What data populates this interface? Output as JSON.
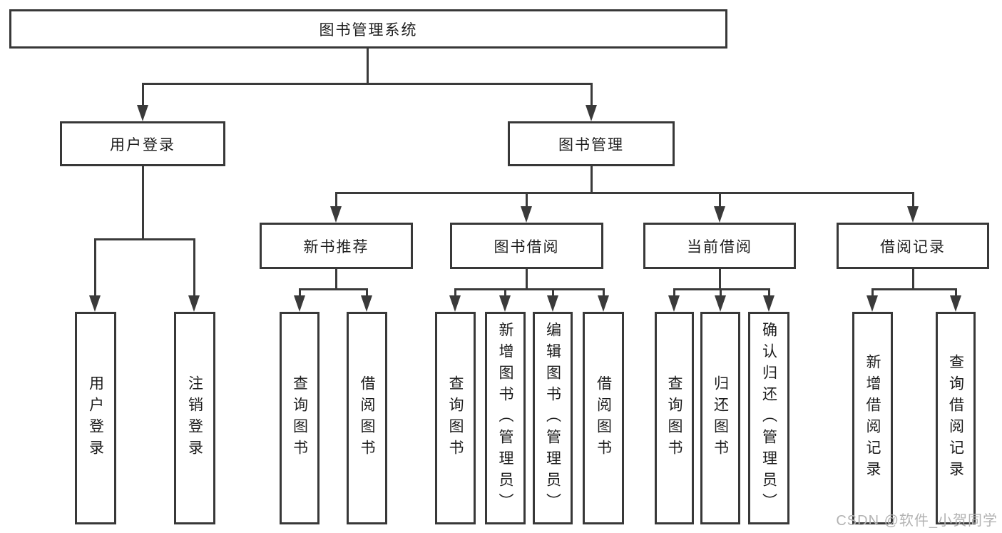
{
  "diagram": {
    "root": {
      "label": "图书管理系统",
      "children": [
        {
          "label": "用户登录",
          "children": [
            {
              "label": "用户登录"
            },
            {
              "label": "注销登录"
            }
          ]
        },
        {
          "label": "图书管理",
          "children": [
            {
              "label": "新书推荐",
              "children": [
                {
                  "label": "查询图书"
                },
                {
                  "label": "借阅图书"
                }
              ]
            },
            {
              "label": "图书借阅",
              "children": [
                {
                  "label": "查询图书"
                },
                {
                  "label": "新增图书（管理员）"
                },
                {
                  "label": "编辑图书（管理员）"
                },
                {
                  "label": "借阅图书"
                }
              ]
            },
            {
              "label": "当前借阅",
              "children": [
                {
                  "label": "查询图书"
                },
                {
                  "label": "归还图书"
                },
                {
                  "label": "确认归还（管理员）"
                }
              ]
            },
            {
              "label": "借阅记录",
              "children": [
                {
                  "label": "新增借阅记录"
                },
                {
                  "label": "查询借阅记录"
                }
              ]
            }
          ]
        }
      ]
    },
    "watermark": "CSDN @软件_小贺同学",
    "colors": {
      "line": "#3a3a3a",
      "text": "#1d1d1d",
      "watermark": "#b3b3b3",
      "background": "#ffffff"
    }
  }
}
